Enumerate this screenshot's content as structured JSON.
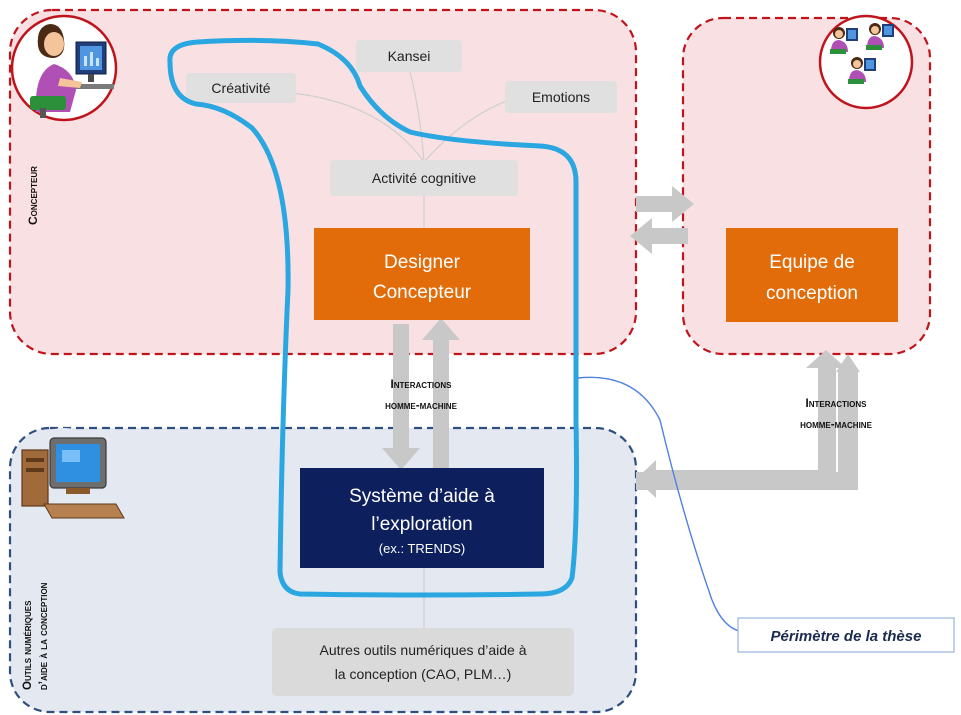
{
  "zones": {
    "concepteur": {
      "label": "Concepteur"
    },
    "equipe": {
      "label": ""
    },
    "outils": {
      "label_line1": "Outils numériques",
      "label_line2": "d’aide à la conception"
    }
  },
  "tags": {
    "kansei": "Kansei",
    "creativite": "Créativité",
    "emotions": "Emotions",
    "activite": "Activité cognitive",
    "autres_line1": "Autres outils numériques d’aide à",
    "autres_line2": "la conception (CAO, PLM…)"
  },
  "boxes": {
    "designer_line1": "Designer",
    "designer_line2": "Concepteur",
    "equipe_line1": "Equipe de",
    "equipe_line2": "conception",
    "systeme_line1": "Système d’aide à",
    "systeme_line2": "l’exploration",
    "systeme_line3": "(ex.: TRENDS)"
  },
  "interactions": {
    "left_line1": "Interactions",
    "left_line2": "homme-machine",
    "right_line1": "Interactions",
    "right_line2": "homme-machine"
  },
  "callout": {
    "label": "Périmètre de la thèse"
  },
  "colors": {
    "zone_red_fill": "#f9e1e3",
    "zone_red_border": "#c0141c",
    "zone_blue_fill": "#e3e8f1",
    "zone_blue_border": "#2f4f7f",
    "orange": "#e36c0a",
    "navy": "#0d1f5c",
    "tag_gray": "#e0e0e0",
    "arrow_gray": "#c8c8c8",
    "perimeter_blue": "#2aa7e0",
    "callout_line": "#4f81e0"
  },
  "icons": {
    "concepteur": "woman-at-computer-icon",
    "equipe": "team-at-computers-icon",
    "outils": "desktop-computer-icon"
  }
}
